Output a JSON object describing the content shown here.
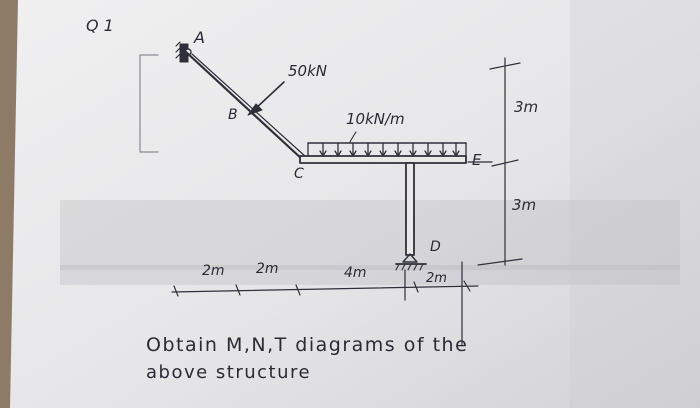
{
  "question": {
    "label": "Q 1"
  },
  "points": {
    "A": "A",
    "B": "B",
    "C": "C",
    "D": "D",
    "E": "E"
  },
  "loads": {
    "point_load": "50kN",
    "distributed_load": "10kN/m"
  },
  "dimensions": {
    "height_upper": "3m",
    "height_lower": "3m",
    "span_1": "2m",
    "span_2": "2m",
    "span_3": "4m",
    "span_4": "2m"
  },
  "caption": {
    "line1": "Obtain M,N,T diagrams of the",
    "line2": "above structure"
  },
  "colors": {
    "paper": "#e9e9ea",
    "ink": "#2a2a35",
    "table_wood": "#8a7a6a"
  }
}
